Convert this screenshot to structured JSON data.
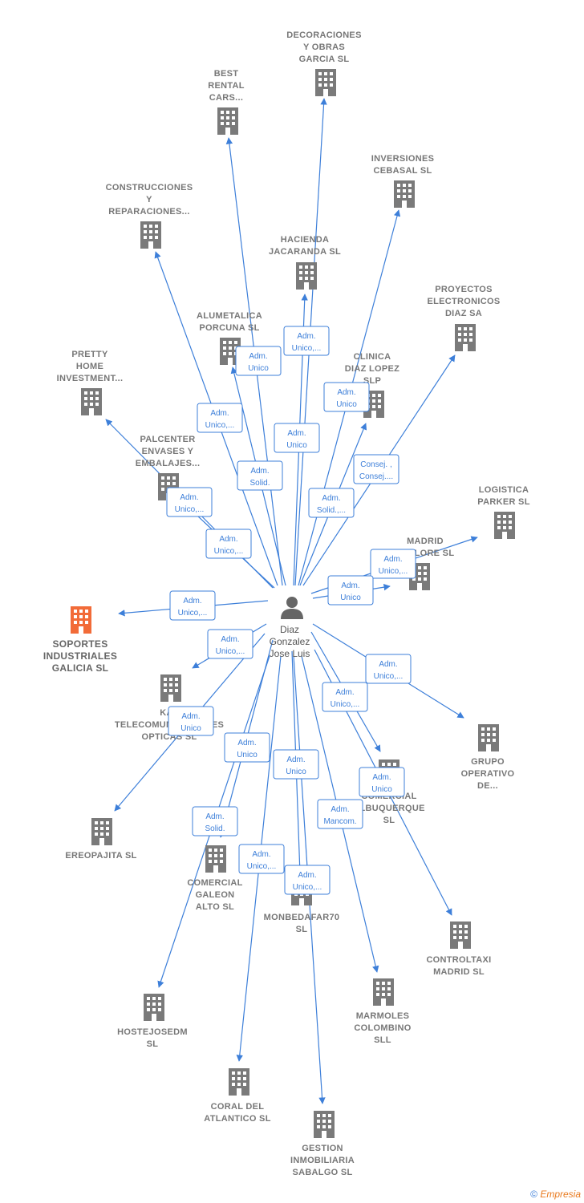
{
  "center": {
    "name_lines": [
      "Diaz",
      "Gonzalez",
      "Jose Luis"
    ],
    "icon": "person-icon",
    "color": "#666666"
  },
  "colors": {
    "edge": "#3d7fd9",
    "building": "#7a7a7a",
    "highlight": "#f26b38"
  },
  "companies": [
    {
      "id": "decoraciones",
      "lines": [
        "DECORACIONES",
        "Y OBRAS",
        "GARCIA SL"
      ],
      "relation": [
        "Adm.",
        "Unico,..."
      ]
    },
    {
      "id": "best-rental",
      "lines": [
        "BEST",
        "RENTAL",
        "CARS..."
      ],
      "relation": [
        "Adm.",
        "Unico"
      ]
    },
    {
      "id": "inversiones-cebasal",
      "lines": [
        "INVERSIONES",
        "CEBASAL SL"
      ],
      "relation": [
        "Adm.",
        "Unico"
      ]
    },
    {
      "id": "construcciones",
      "lines": [
        "CONSTRUCCIONES",
        "Y",
        "REPARACIONES..."
      ],
      "relation": [
        "Adm.",
        "Unico,..."
      ]
    },
    {
      "id": "hacienda-jacaranda",
      "lines": [
        "HACIENDA",
        "JACARANDA SL"
      ],
      "relation": [
        "Adm.",
        "Unico"
      ]
    },
    {
      "id": "proyectos-electronicos",
      "lines": [
        "PROYECTOS",
        "ELECTRONICOS",
        "DIAZ SA"
      ],
      "relation": [
        "Consej. ,",
        "Consej...."
      ]
    },
    {
      "id": "alumetalica",
      "lines": [
        "ALUMETALICA",
        "PORCUNA  SL"
      ],
      "relation": [
        "Adm.",
        "Solid."
      ]
    },
    {
      "id": "clinica-diaz",
      "lines": [
        "CLINICA",
        "DIAZ LOPEZ",
        "SLP"
      ],
      "relation": [
        "Adm.",
        "Solid.,..."
      ]
    },
    {
      "id": "pretty-home",
      "lines": [
        "PRETTY",
        "HOME",
        "INVESTMENT..."
      ],
      "relation": [
        "Adm.",
        "Unico,..."
      ]
    },
    {
      "id": "palcenter",
      "lines": [
        "PALCENTER",
        "ENVASES Y",
        "EMBALAJES..."
      ],
      "relation": [
        "Adm.",
        "Unico,..."
      ]
    },
    {
      "id": "logistica-parker",
      "lines": [
        "LOGISTICA",
        "PARKER  SL"
      ],
      "relation": [
        "Adm.",
        "Unico,..."
      ]
    },
    {
      "id": "madrid-explore",
      "lines": [
        "MADRID",
        "EXPLORE  SL"
      ],
      "relation": [
        "Adm.",
        "Unico"
      ]
    },
    {
      "id": "soportes-industriales",
      "lines": [
        "SOPORTES",
        "INDUSTRIALES",
        "GALICIA  SL"
      ],
      "relation": [
        "Adm.",
        "Unico,..."
      ],
      "highlight": true
    },
    {
      "id": "kal-telecomunicaciones",
      "lines": [
        "KAL",
        "TELECOMUNICACIONES",
        "OPTICAS  SL"
      ],
      "relation": [
        "Adm.",
        "Unico,..."
      ]
    },
    {
      "id": "grupo-operativo",
      "lines": [
        "GRUPO",
        "OPERATIVO",
        "DE..."
      ],
      "relation": [
        "Adm.",
        "Unico,..."
      ]
    },
    {
      "id": "ereopajita",
      "lines": [
        "EREOPAJITA SL"
      ],
      "relation": [
        "Adm.",
        "Unico"
      ]
    },
    {
      "id": "comercial-albuquerque",
      "lines": [
        "COMERCIAL",
        "ALBUQUERQUE",
        "SL"
      ],
      "relation": [
        "Adm.",
        "Unico,..."
      ]
    },
    {
      "id": "comercial-galeon",
      "lines": [
        "COMERCIAL",
        "GALEON",
        "ALTO SL"
      ],
      "relation": [
        "Adm.",
        "Unico"
      ]
    },
    {
      "id": "monbedafar70",
      "lines": [
        "MONBEDAFAR70",
        "SL"
      ],
      "relation": [
        "Adm.",
        "Unico"
      ]
    },
    {
      "id": "controltaxi",
      "lines": [
        "CONTROLTAXI",
        "MADRID  SL"
      ],
      "relation": [
        "Adm.",
        "Unico"
      ]
    },
    {
      "id": "hostejosedm",
      "lines": [
        "HOSTEJOSEDM",
        "SL"
      ],
      "relation": [
        "Adm.",
        "Solid."
      ]
    },
    {
      "id": "marmoles-colombino",
      "lines": [
        "MARMOLES",
        "COLOMBINO",
        "SLL"
      ],
      "relation": [
        "Adm.",
        "Mancom."
      ]
    },
    {
      "id": "coral-atlantico",
      "lines": [
        "CORAL DEL",
        "ATLANTICO  SL"
      ],
      "relation": [
        "Adm.",
        "Unico,..."
      ]
    },
    {
      "id": "gestion-inmobiliaria",
      "lines": [
        "GESTION",
        "INMOBILIARIA",
        "SABALGO SL"
      ],
      "relation": [
        "Adm.",
        "Unico,..."
      ]
    }
  ],
  "footer": {
    "copyright": "©",
    "brand": "Empresia"
  }
}
